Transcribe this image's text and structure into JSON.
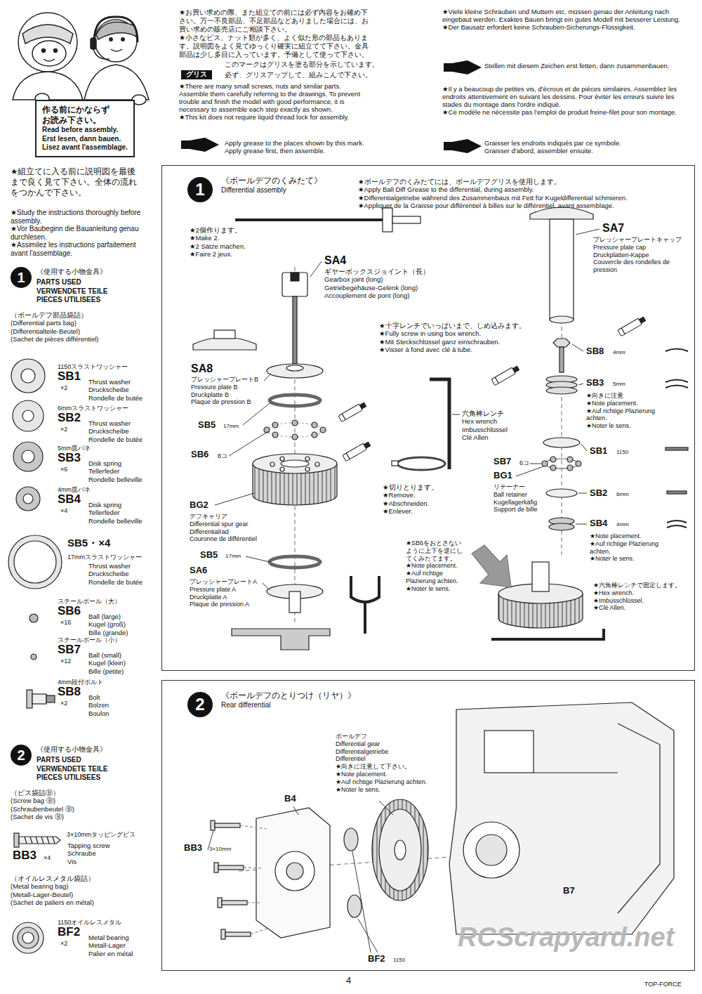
{
  "diagram": {
    "nodes": [
      {
        "text": [
          "作る前にかならず お読み下さい。",
          "Read before assembly.",
          "Erst lesen, dann bauen.",
          "Lisez avant l'assemblage."
        ]
      },
      {
        "text": [
          "グリス"
        ]
      },
      {
        "text": [
          "1"
        ]
      },
      {
        "text": [
          "《ボールデフのくみたて》",
          "Differential assembly"
        ]
      },
      {
        "text": [
          "1"
        ],
        "in": 3
      },
      {
        "text": [
          "2"
        ]
      },
      {
        "text": [
          "《ボールデフのとりつけ（リヤ）》",
          "Rear differential"
        ]
      },
      {
        "text": [
          "2"
        ],
        "in": 6
      }
    ],
    "labels": [
      "★お買い求めの際、また組立ての前には必ず内容をお確め下さい。万一不良部品、不足部品などありました場合には、お買い求めの販売店にご相談下さい。",
      "★小さなビス、ナット類が多く、よく似た形の部品もあります。説明図をよく見てゆっくり確実に組立てて下さい。金具部品は少し多目に入っています。予備として使って下さい。",
      "このマークはグリスを塗る部分を示しています。",
      "必ず、グリスアップして、組みこんで下さい。",
      "★There are many small screws, nuts and similar parts. Assemble them carefully referring to the drawings. To prevent trouble and finish the model with good performance, it is necessary to assemble each step exactly as shown.",
      "★This kit does not require liquid thread lock for assembly.",
      "Apply grease to the places shown by this mark.",
      "Apply grease first, then assemble.",
      "★Viele kleine Schrauben und Muttern etc. müssen genau der Anleitung nach eingebaut werden. Exaktes Bauen bringt ein gutes Modell mit besserer Leistung.",
      "★Der Bausatz erfordert keine Schrauben-Sicherungs-Flüssigkeit.",
      "Stellen mit diesem Zeichen erst fetten, dann zusammenbauen.",
      "★Il y a beaucoup de petites vis, d'écrous et de pièces similaires. Assemblez les endroits attentivement en suivant les dessins. Pour éviter les erreurs suivre les stades du montage dans l'ordre indiqué.",
      "★Ce modèle ne nécessite pas l'emploi de produit freine-filet pour son montage.",
      "Graisser les endroits indiqués par ce symbole.",
      "Graisser d'abord, assembler ensuite.",
      "★組立てに入る前に説明図を最後まで良く見て下さい。全体の流れをつかんで下さい。",
      "★Study the instructions thoroughly before assembly.",
      "★Vor Baubeginn die Bauanleitung genau durchlesen.",
      "★Assimilez les instructions parfaitement avant l'assemblage.",
      "《使用する小物金具》",
      "PARTS USED",
      "VERWENDETE TEILE",
      "PIECES UTILISEES",
      "（ボールデフ部品袋詰）",
      "(Differential parts bag)",
      "(Differentialteile-Beutel)",
      "(Sachet de pièces différentiel)",
      "1150スラストワッシャー",
      "SB1",
      "×2",
      "Thrust washer",
      "Druckscheibe",
      "Rondelle de butée",
      "6mmスラストワッシャー",
      "SB2",
      "×2",
      "Thrust washer",
      "Druckscheibe",
      "Rondelle de butée",
      "5mm皿バネ",
      "SB3",
      "×6",
      "Disk spring",
      "Tellerfeder",
      "Rondelle belleville",
      "4mm皿バネ",
      "SB4",
      "×4",
      "Disk spring",
      "Tellerfeder",
      "Rondelle belleville",
      "SB5・×4",
      "17mmスラストワッシャー",
      "Thrust washer",
      "Druckscheibe",
      "Rondelle de butée",
      "スチールボール（大）",
      "SB6",
      "×16",
      "Ball (large)",
      "Kugel (groß)",
      "Bille (grande)",
      "スチールボール（小）",
      "SB7",
      "×12",
      "Ball (small)",
      "Kugel (klein)",
      "Bille (petite)",
      "4mm段付ボルト",
      "SB8",
      "×2",
      "Bolt",
      "Bolzen",
      "Boulon",
      "《使用する小物金具》",
      "PARTS USED",
      "VERWENDETE TEILE",
      "PIECES UTILISEES",
      "（ビス袋詰Ⓑ）",
      "(Screw bag Ⓑ)",
      "(Schraubenbeutel Ⓑ)",
      "(Sachet de vis Ⓑ)",
      "3×10mmタッピングビス",
      "BB3",
      "×4",
      "Tapping screw",
      "Schraube",
      "Vis",
      "（オイルレスメタル袋詰）",
      "(Metal bearing bag)",
      "(Metall-Lager-Beutel)",
      "(Sachet de paliers en métal)",
      "1150オイルレスメタル",
      "BF2",
      "×2",
      "Metal bearing",
      "Metall-Lager",
      "Palier en métal",
      "★ボールデフのくみたてには、ボールデフグリスを使用します。",
      "★Apply Ball Diff Grease to the differential, during assembly.",
      "★Differentialgetriebe während des Zusammenbaus mit Fett für Kugeldifferential schmieren.",
      "★Appliquer de la Graisse pour différentiel à billes sur le différentiel, avant assemblage.",
      "★2個作ります。",
      "★Make 2.",
      "★2 Sätze machen.",
      "★Faire 2 jeux.",
      "SA4",
      "ギヤーボックスジョイント（長）",
      "Gearbox joint (long)",
      "Getriebegehäuse-Gelenk (long)",
      "Accouplement de pont (long)",
      "SA8",
      "プレッシャープレートB",
      "Pressure plate B",
      "Druckplatte B",
      "Plaque de pression B",
      "SB5",
      "17mm",
      "SB6",
      "8コ",
      "BG2",
      "デフキャリア",
      "Differential spur gear",
      "Differentialrad",
      "Couronne de différentiel",
      "SB5",
      "17mm",
      "SA6",
      "プレッシャープレートA",
      "Pressure plate A",
      "Druckplatte A",
      "Plaque de pression A",
      "★十字レンチでいっぱいまで、しめ込みます。",
      "★Fully screw in using box wrench.",
      "★Mit Steckschlüssel ganz einschrauben.",
      "★Visser à fond avec clé à tube.",
      "六角棒レンチ",
      "Hex wrench",
      "Imbusschlüssel",
      "Clé Allen",
      "★切りとります。",
      "★Remove.",
      "★Abschneiden.",
      "★Enlever.",
      "★SB6をおとさないように上下を逆にしてくみたてます。",
      "★Note placement.",
      "★Auf richtige Plazierung achten.",
      "★Noter le sens.",
      "SA7",
      "プレッシャープレートキャップ",
      "Pressure plate cap",
      "Druckplatten-Kappe",
      "Couvercle des rondelles de pression",
      "SB8",
      "4mm",
      "SB3",
      "5mm",
      "★向きに注意",
      "★Note placement.",
      "★Auf richtige Plazierung achten.",
      "★Noter le sens.",
      "SB7",
      "6コ",
      "BG1",
      "リテーナー",
      "Ball retainer",
      "Kugellagerkäfig",
      "Support de bille",
      "SB1",
      "1150",
      "SB2",
      "6mm",
      "SB4",
      "4mm",
      "★Note placement.",
      "★Auf richtige Plazierung achten.",
      "★Noter le sens.",
      "★六角棒レンチで固定します。",
      "★Hex wrench.",
      "★Imbusschlüssel.",
      "★Clé Allen.",
      "ボールデフ",
      "Differential gear",
      "Differentialgetriebe",
      "Differentiel",
      "★向きに注意して下さい。",
      "★Note placement.",
      "★Auf richtige Plazierung achten.",
      "★Noter le sens.",
      "B4",
      "BB3",
      "3×10mm",
      "BF2",
      "1150",
      "B7",
      "4",
      "TOP-FORCE",
      "RCScrapyard.net"
    ]
  }
}
